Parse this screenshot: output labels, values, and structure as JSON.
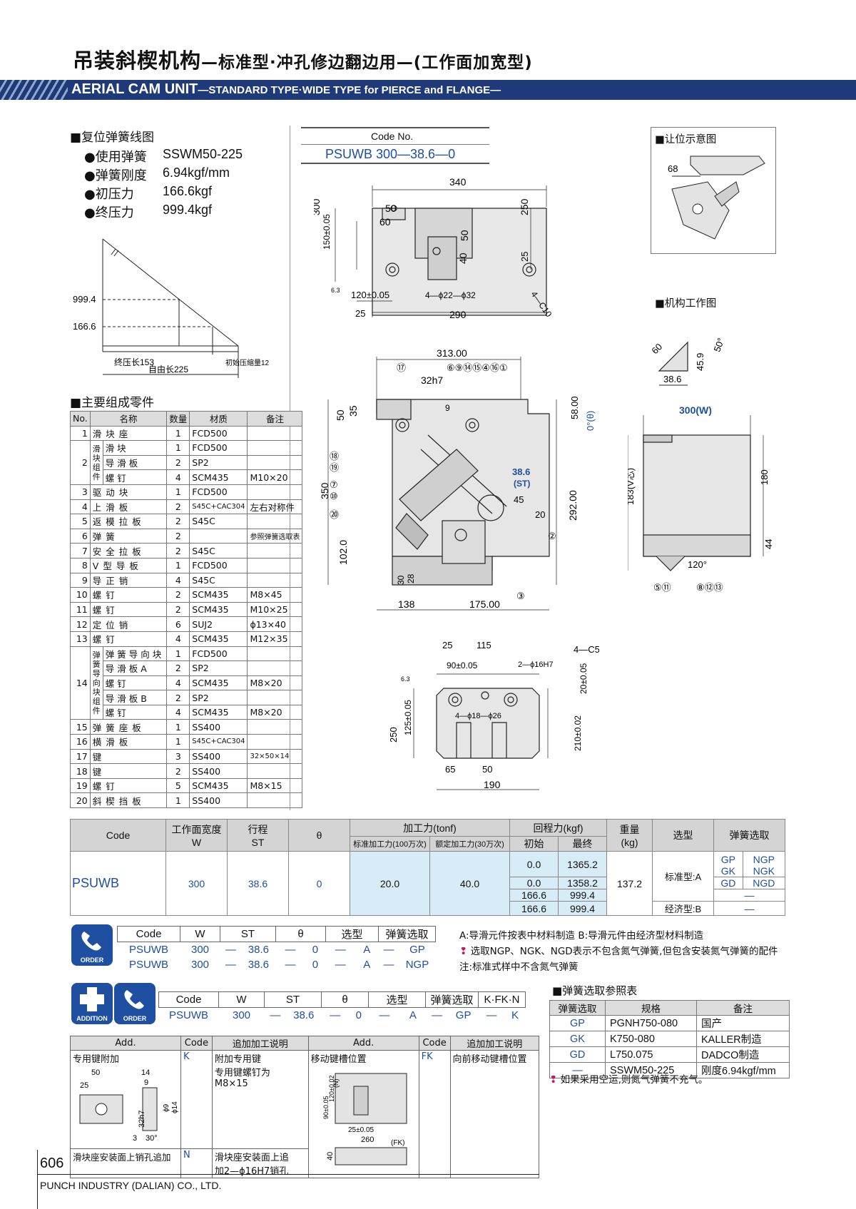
{
  "header": {
    "title_main": "吊装斜楔机构",
    "title_sub": "—标准型·冲孔修边翻边用—(工作面加宽型)",
    "banner_main": "AERIAL CAM UNIT",
    "banner_sub": "—STANDARD TYPE·WIDE TYPE for PIERCE and FLANGE—"
  },
  "spring": {
    "section_title": "复位弹簧线图",
    "rows": [
      {
        "label": "●使用弹簧",
        "value": "SSWM50-225"
      },
      {
        "label": "●弹簧刚度",
        "value": "6.94kgf/mm"
      },
      {
        "label": "●初压力",
        "value": "166.6kgf"
      },
      {
        "label": "●终压力",
        "value": "999.4kgf"
      }
    ],
    "chart": {
      "y_high": "999.4",
      "y_low": "166.6",
      "final_len": "终压长153",
      "initial_comp": "初始压缩量12",
      "free_len": "自由长225"
    }
  },
  "code_no": {
    "label": "Code No.",
    "value": "PSUWB 300—38.6—0"
  },
  "top_view": {
    "d340": "340",
    "d300": "300",
    "d50": "50",
    "d60": "60",
    "d150": "150±0.05",
    "d50b": "50",
    "d40": "40",
    "d250": "250",
    "d25": "25",
    "d120": "120±0.05",
    "holes": "4—ϕ22—ϕ32",
    "chamfer": "4—C10",
    "d25b": "25",
    "d290": "290",
    "r63": "6.3"
  },
  "front_view": {
    "d313": "313.00",
    "d32h7": "32h7",
    "d50": "50",
    "d35": "35",
    "d9": "9",
    "d58": "58.00",
    "angle": "0°(θ)",
    "st": "38.6",
    "st_lbl": "(ST)",
    "d45": "45",
    "d20": "20",
    "d350": "350",
    "d292": "292.00",
    "d102": "102.0",
    "d30": "30",
    "d28": "28",
    "d138": "138",
    "d175": "175.00",
    "callouts_top": "⑥⑨⑭⑮④⑯①",
    "c17": "⑰",
    "c18": "⑱",
    "c19": "⑲",
    "c7": "⑦",
    "c10": "⑩",
    "c20": "⑳",
    "c2": "②",
    "c3": "③",
    "r63": "6.3"
  },
  "bottom_view": {
    "d25": "25",
    "d115": "115",
    "d90": "90±0.05",
    "chamfer": "4—C5",
    "pins": "2—ϕ16H7",
    "holes": "4—ϕ18—ϕ26",
    "d20": "20±0.05",
    "d250": "250",
    "d125": "125±0.05",
    "d210": "210±0.02",
    "d65": "65",
    "d50": "50",
    "d190": "190",
    "r63": "6.3"
  },
  "clearance": {
    "title": "让位示意图",
    "d68": "68"
  },
  "work": {
    "title": "机构工作图",
    "d60": "60",
    "d459": "45.9",
    "d50": "50°",
    "d386": "38.6"
  },
  "side_view": {
    "w": "300(W)",
    "d183": "183(V芯)",
    "d180": "180",
    "d44": "44",
    "angle": "120°",
    "c511": "⑤⑪",
    "c81213": "⑧⑫⑬"
  },
  "parts": {
    "section_title": "主要组成零件",
    "headers": [
      "No.",
      "名称",
      "数量",
      "材质",
      "备注"
    ],
    "rows": [
      [
        "1",
        "",
        "滑块座",
        "1",
        "FCD500",
        ""
      ],
      [
        "2",
        "滑块组件",
        "滑块",
        "1",
        "FCD500",
        ""
      ],
      [
        "",
        "",
        "导滑板",
        "2",
        "SP2",
        ""
      ],
      [
        "",
        "",
        "螺钉",
        "4",
        "SCM435",
        "M10×20"
      ],
      [
        "3",
        "",
        "驱动块",
        "1",
        "FCD500",
        ""
      ],
      [
        "4",
        "",
        "上滑板",
        "2",
        "S45C+CAC304",
        "左右对称件"
      ],
      [
        "5",
        "",
        "返模拉板",
        "2",
        "S45C",
        ""
      ],
      [
        "6",
        "",
        "弹簧",
        "2",
        "",
        "参照弹簧选取表"
      ],
      [
        "7",
        "",
        "安全拉板",
        "2",
        "S45C",
        ""
      ],
      [
        "8",
        "",
        "V型导板",
        "1",
        "FCD500",
        ""
      ],
      [
        "9",
        "",
        "导正销",
        "4",
        "S45C",
        ""
      ],
      [
        "10",
        "",
        "螺钉",
        "2",
        "SCM435",
        "M8×45"
      ],
      [
        "11",
        "",
        "螺钉",
        "2",
        "SCM435",
        "M10×25"
      ],
      [
        "12",
        "",
        "定位销",
        "6",
        "SUJ2",
        "ϕ13×40"
      ],
      [
        "13",
        "",
        "螺钉",
        "4",
        "SCM435",
        "M12×35"
      ],
      [
        "14",
        "弹簧导向块组件",
        "弹簧导向块",
        "1",
        "FCD500",
        ""
      ],
      [
        "",
        "",
        "导滑板A",
        "2",
        "SP2",
        ""
      ],
      [
        "",
        "",
        "螺钉",
        "4",
        "SCM435",
        "M8×20"
      ],
      [
        "",
        "",
        "导滑板B",
        "2",
        "SP2",
        ""
      ],
      [
        "",
        "",
        "螺钉",
        "4",
        "SCM435",
        "M8×20"
      ],
      [
        "15",
        "",
        "弹簧座板",
        "1",
        "SS400",
        ""
      ],
      [
        "16",
        "",
        "横滑板",
        "1",
        "S45C+CAC304",
        ""
      ],
      [
        "17",
        "",
        "键",
        "3",
        "SS400",
        "32×50×14"
      ],
      [
        "18",
        "",
        "键",
        "2",
        "SS400",
        ""
      ],
      [
        "19",
        "",
        "螺钉",
        "5",
        "SCM435",
        "M8×15"
      ],
      [
        "20",
        "",
        "斜楔挡板",
        "1",
        "SS400",
        ""
      ]
    ]
  },
  "spec": {
    "h_code": "Code",
    "h_w": "工作面宽度",
    "h_w2": "W",
    "h_st": "行程",
    "h_st2": "ST",
    "h_theta": "θ",
    "h_force": "加工力(tonf)",
    "h_f1": "标准加工力(100万次)",
    "h_f2": "额定加工力(30万次)",
    "h_ret": "回程力(kgf)",
    "h_r1": "初始",
    "h_r2": "最终",
    "h_wt": "重量",
    "h_wt2": "(kg)",
    "h_type": "选型",
    "h_spring": "弹簧选取",
    "code": "PSUWB",
    "w": "300",
    "st": "38.6",
    "theta": "0",
    "f1": "20.0",
    "f2": "40.0",
    "ret": [
      [
        "0.0",
        "1365.2"
      ],
      [
        "0.0",
        "1358.2"
      ],
      [
        "166.6",
        "999.4"
      ],
      [
        "166.6",
        "999.4"
      ]
    ],
    "weight": "137.2",
    "type_a": "标准型:A",
    "type_b": "经济型:B",
    "springs": [
      [
        "GP",
        "NGP"
      ],
      [
        "GK",
        "NGK"
      ],
      [
        "GD",
        "NGD"
      ],
      [
        "—",
        ""
      ]
    ],
    "spring_b": "—"
  },
  "order": {
    "icon_label": "ORDER",
    "headers": [
      "Code",
      "W",
      "ST",
      "θ",
      "选型",
      "弹簧选取"
    ],
    "rows": [
      [
        "PSUWB",
        "300",
        "—",
        "38.6",
        "—",
        "0",
        "—",
        "A",
        "—",
        "GP"
      ],
      [
        "PSUWB",
        "300",
        "—",
        "38.6",
        "—",
        "0",
        "—",
        "A",
        "—",
        "NGP"
      ]
    ],
    "note1": "A:导滑元件按表中材料制造   B:导滑元件由经济型材料制造",
    "note2": "选取NGP、NGK、NGD表示不包含氮气弹簧,但包含安装氮气弹簧的配件",
    "note3": "注:标准式样中不含氮气弹簧"
  },
  "addition": {
    "icon_label": "ADDITION",
    "order_label": "ORDER",
    "headers": [
      "Code",
      "W",
      "ST",
      "θ",
      "选型",
      "弹簧选取",
      "K·FK·N"
    ],
    "row": [
      "PSUWB",
      "300",
      "—",
      "38.6",
      "—",
      "0",
      "—",
      "A",
      "—",
      "GP",
      "—",
      "K"
    ],
    "table_headers": [
      "Add.",
      "Code",
      "追加加工说明",
      "Add.",
      "Code",
      "追加加工说明"
    ],
    "k_add": "专用键附加",
    "k_code": "K",
    "k_desc1": "附加专用键",
    "k_desc2": "专用键螺钉为",
    "k_desc3": "M8×15",
    "fk_add": "移动键槽位置",
    "fk_code": "FK",
    "fk_desc": "向前移动键槽位置",
    "n_add": "滑块座安装面上销孔追加",
    "n_code": "N",
    "n_desc1": "滑块座安装面上追",
    "n_desc2": "加2—ϕ16H7销孔",
    "k_dims": {
      "d50": "50",
      "d14": "14",
      "d25": "25",
      "d9": "9",
      "d32": "32h7",
      "p9": "ϕ9",
      "p14": "ϕ14",
      "d3": "3",
      "d30": "30°"
    },
    "fk_dims": {
      "d90": "90±0.05",
      "d120": "120±0.02",
      "n": "(N)",
      "d25": "25±0.05",
      "d260": "260",
      "fk": "(FK)",
      "d40": "40"
    }
  },
  "spring_ref": {
    "title": "弹簧选取参照表",
    "headers": [
      "弹簧选取",
      "规格",
      "备注"
    ],
    "rows": [
      [
        "GP",
        "PGNH750-080",
        "国产"
      ],
      [
        "GK",
        "K750-080",
        "KALLER制造"
      ],
      [
        "GD",
        "L750.075",
        "DADCO制造"
      ],
      [
        "—",
        "SSWM50-225",
        "刚度6.94kgf/mm"
      ]
    ],
    "note": "如果采用空运,则氮气弹簧不充气。"
  },
  "footer": {
    "page": "606",
    "company": "PUNCH INDUSTRY (DALIAN) CO., LTD."
  }
}
